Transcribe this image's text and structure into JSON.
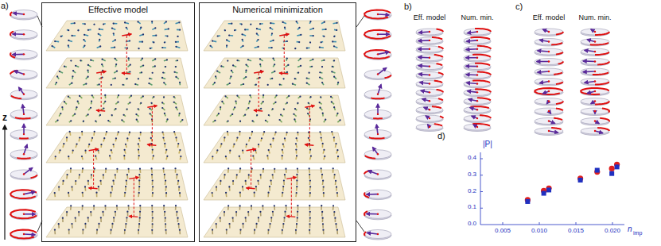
{
  "diagram": {
    "nodes": [
      {
        "text": [
          "Effective model"
        ]
      },
      {
        "text": [
          "Numerical minimization"
        ]
      }
    ],
    "labels": [
      "a)",
      "z",
      "b)",
      "Eff. model",
      "Num. min.",
      "c)",
      "Eff. model",
      "Num. min.",
      "d)",
      "|P|",
      "0.4",
      "0.3",
      "0.2",
      "0.1",
      "0.0",
      "0.005",
      "0.010",
      "0.015",
      "0.020",
      "n",
      "imp"
    ]
  }
}
